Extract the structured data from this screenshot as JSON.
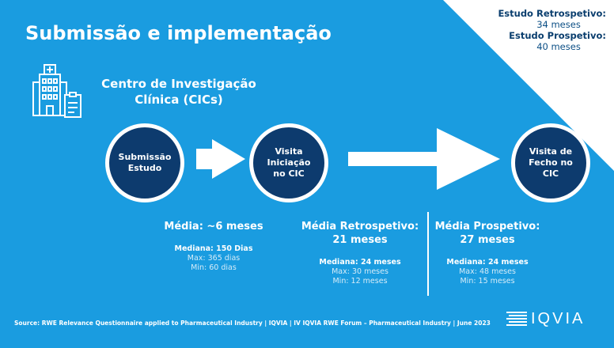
{
  "title": "Submissão e implementação",
  "durations": {
    "retro_label": "Estudo Retrospetivo:",
    "retro_value": "34 meses",
    "prosp_label": "Estudo Prospetivo:",
    "prosp_value": "40 meses"
  },
  "site": {
    "label_line1": "Centro de Investigação",
    "label_line2": "Clínica (CICs)",
    "icon": "hospital-building-icon"
  },
  "steps": [
    {
      "line1": "Submissão",
      "line2": "Estudo",
      "line3": ""
    },
    {
      "line1": "Visita",
      "line2": "Iniciação",
      "line3": "no CIC"
    },
    {
      "line1": "Visita de",
      "line2": "Fecho no",
      "line3": "CIC"
    }
  ],
  "stats": [
    {
      "main1": "Média: ~6 meses",
      "main2": "",
      "median": "Mediana: 150 Dias",
      "max": "Max: 365 dias",
      "min": "Min: 60 dias"
    },
    {
      "main1": "Média Retrospetivo:",
      "main2": "21 meses",
      "median": "Mediana: 24 meses",
      "max": "Max: 30 meses",
      "min": "Min: 12 meses"
    },
    {
      "main1": "Média Prospetivo:",
      "main2": "27 meses",
      "median": "Mediana: 24 meses",
      "max": "Max: 48 meses",
      "min": "Min: 15 meses"
    }
  ],
  "footer": {
    "source": "Source: RWE Relevance Questionnaire applied to Pharmaceutical Industry   |   IQVIA | IV IQVIA RWE Forum – Pharmaceutical Industry | June 2023",
    "logo_text": "IQVIA"
  },
  "colors": {
    "background": "#1a9ce0",
    "circle": "#0d3b6e",
    "corner": "#ffffff"
  }
}
